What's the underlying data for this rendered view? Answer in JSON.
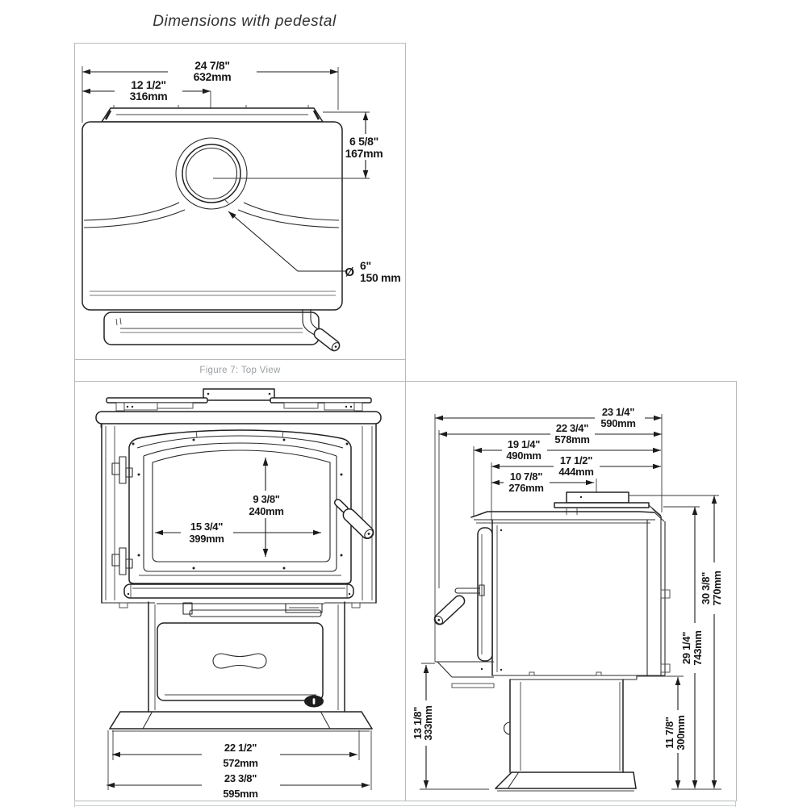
{
  "title": "Dimensions with pedestal",
  "figure_caption": "Figure 7: Top View",
  "colors": {
    "line": "#222222",
    "panel_border": "#b6babc",
    "caption_text": "#9ba0a3"
  },
  "top_view": {
    "dims": {
      "overall_width": {
        "in": "24 7/8\"",
        "mm": "632mm"
      },
      "flue_center_from_left": {
        "in": "12 1/2\"",
        "mm": "316mm"
      },
      "flue_center_from_back": {
        "in": "6 5/8\"",
        "mm": "167mm"
      },
      "flue_diameter": {
        "symbol": "Ø",
        "in": "6\"",
        "mm": "150 mm"
      }
    }
  },
  "front_view": {
    "dims": {
      "glass_height": {
        "in": "9 3/8\"",
        "mm": "240mm"
      },
      "glass_width": {
        "in": "15 3/4\"",
        "mm": "399mm"
      },
      "base_top_width": {
        "in": "22 1/2\"",
        "mm": "572mm"
      },
      "base_width": {
        "in": "23 3/8\"",
        "mm": "595mm"
      }
    }
  },
  "side_view": {
    "dims": {
      "overall_depth": {
        "in": "23 1/4\"",
        "mm": "590mm"
      },
      "depth_to_door": {
        "in": "22 3/4\"",
        "mm": "578mm"
      },
      "top_plate_depth": {
        "in": "19 1/4\"",
        "mm": "490mm"
      },
      "body_depth": {
        "in": "17 1/2\"",
        "mm": "444mm"
      },
      "flue_center_from_front": {
        "in": "10 7/8\"",
        "mm": "276mm"
      },
      "overall_height": {
        "in": "30 3/8\"",
        "mm": "770mm"
      },
      "height_to_shield": {
        "in": "29 1/4\"",
        "mm": "743mm"
      },
      "lip_height": {
        "in": "13 1/8\"",
        "mm": "333mm"
      },
      "pedestal_height": {
        "in": "11 7/8\"",
        "mm": "300mm"
      }
    }
  }
}
